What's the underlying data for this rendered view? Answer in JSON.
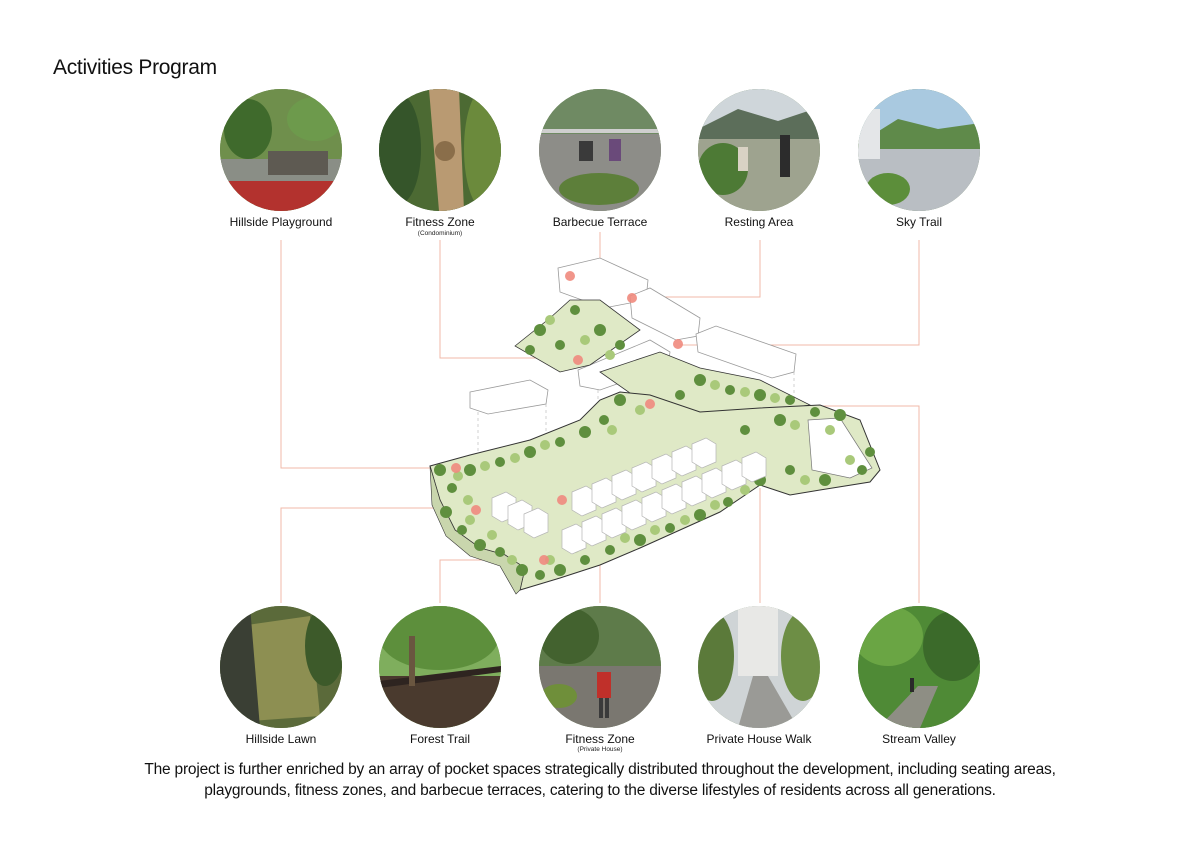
{
  "title": "Activities Program",
  "top_spaces": [
    {
      "label": "Hillside Playground",
      "sublabel": ""
    },
    {
      "label": "Fitness Zone",
      "sublabel": "(Condominium)"
    },
    {
      "label": "Barbecue Terrace",
      "sublabel": ""
    },
    {
      "label": "Resting Area",
      "sublabel": ""
    },
    {
      "label": "Sky Trail",
      "sublabel": ""
    }
  ],
  "bottom_spaces": [
    {
      "label": "Hillside Lawn",
      "sublabel": ""
    },
    {
      "label": "Forest Trail",
      "sublabel": ""
    },
    {
      "label": "Fitness Zone",
      "sublabel": "(Private House)"
    },
    {
      "label": "Private House Walk",
      "sublabel": ""
    },
    {
      "label": "Stream Valley",
      "sublabel": ""
    }
  ],
  "caption": "The project is further enriched by an array of pocket spaces strategically distributed throughout the development, including seating areas, playgrounds, fitness zones, and barbecue terraces, catering to the diverse lifestyles of residents across all generations.",
  "colors": {
    "leader_line": "#f0b9a8",
    "hotspot": "#f08a7e",
    "landscape": "#dfe9c6",
    "tree_dark": "#5f8f3e",
    "tree_light": "#a9c97a"
  }
}
